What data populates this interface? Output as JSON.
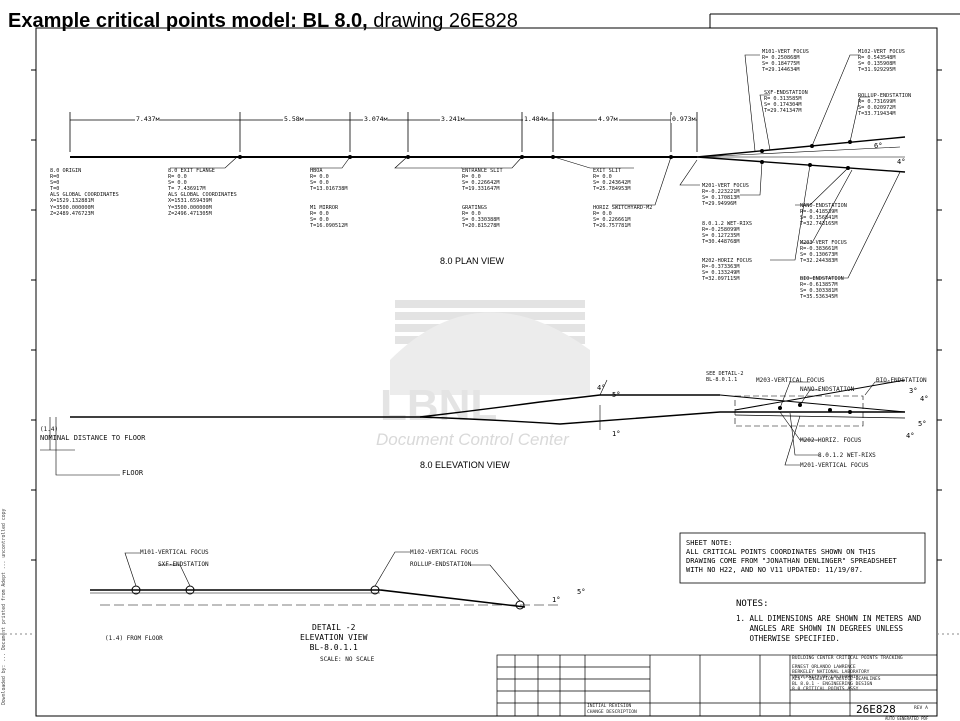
{
  "slide": {
    "title_bold": "Example critical points model: BL 8.0,",
    "title_rest": " drawing 26E828"
  },
  "plan": {
    "dims": [
      "7.437м",
      "5.58м",
      "3.074м",
      "3.241м",
      "1.484м",
      "4.97м",
      "0.973м"
    ],
    "angles": [
      "6°",
      "4°"
    ],
    "left_labels": [
      "8.0 ORIGIN\nR=0\nS=0\nT=0\nALS GLOBAL COORDINATES\nX=1529.132881M\nY=3500.000000M\nZ=2489.476723M",
      "8.0 EXIT FLANGE\nR= 0.0\nS= 0.0\nT= 7.436917M\nALS GLOBAL COORDINATES\nX=1531.659439M\nY=3500.000000M\nZ=2496.471305M",
      "HBOA\nR= 0.0\nS= 0.0\nT=13.016738M",
      "M1 MIRROR\nR= 0.0\nS= 0.0\nT=16.090512M",
      "ENTRANCE SLIT\nR= 0.0\nS= 0.226642M\nT=19.331647M",
      "GRATINGS\nR= 0.0\nS= 0.330388M\nT=20.815278M",
      "EXIT SLIT\nR= 0.0\nS= 0.243642M\nT=25.784953M",
      "HORIZ SWITCHYARD-M2\nR= 0.0\nS= 0.226661M\nT=26.757781M"
    ],
    "right_labels": [
      "M101-VERT FOCUS\nR= 0.250868M\nS= 0.184775M\nT=29.144634M",
      "M102-VERT FOCUS\nR= 0.543548M\nS= 0.135908M\nT=31.929295M",
      "SXF-ENDSTATION\nR= 0.313585M\nS= 0.174304M\nT=29.741347M",
      "ROLLUP-ENDSTATION\nR= 0.731699M\nS= 0.020972M\nT=33.719434M",
      "M201-VERT FOCUS\nR=-0.223221M\nS= 0.170813M\nT=29.94996M",
      "8.0.1.2 WET-RIXS\nR=-0.258099M\nS= 0.127235M\nT=30.448768M",
      "M202-HORIZ FOCUS\nR=-0.373363M\nS= 0.133249M\nT=32.097115M",
      "NANO-ENDSTATION\nR=-0.418539M\nS= 0.156841M\nT=32.743165M",
      "M203-VERT FOCUS\nR=-0.383661M\nS= 0.130673M\nT=32.244383M",
      "BIO-ENDSTATION\nR=-0.613857M\nS= 0.303381M\nT=35.536345M"
    ],
    "view_title": "8.0 PLAN VIEW"
  },
  "elevation": {
    "see_detail": "SEE DETAIL-2\nBL-8.0.1.1",
    "labels_right": [
      "M203-VERTICAL FOCUS",
      "NANO-ENDSTATION",
      "BIO-ENDSTATION",
      "M202-HORIZ. FOCUS",
      "8.0.1.2 WET-RIXS",
      "M201-VERTICAL FOCUS"
    ],
    "angles": [
      "4°",
      "5°",
      "1°",
      "3°",
      "4°",
      "4°",
      "5°"
    ],
    "height": "(1.4)",
    "nominal": "NOMINAL DISTANCE TO FLOOR",
    "floor": "FLOOR",
    "view_title": "8.0 ELEVATION VIEW"
  },
  "detail": {
    "labels": [
      "M101-VERTICAL FOCUS",
      "SXF-ENDSTATION",
      "M102-VERTICAL FOCUS",
      "ROLLUP-ENDSTATION"
    ],
    "from_floor": "(1.4) FROM FLOOR",
    "title": "DETAIL -2\nELEVATION VIEW\nBL-8.0.1.1",
    "scale": "SCALE: NO SCALE",
    "angles": [
      "1°",
      "5°"
    ]
  },
  "sheet_note": "SHEET NOTE:\nALL CRITICAL POINTS COORDINATES SHOWN ON THIS\nDRAWING COME FROM \"JONATHAN DENLINGER\" SPREADSHEET\nWITH NO H22, AND NO V11 UPDATED: 11/19/07.",
  "notes": {
    "title": "NOTES:",
    "body": "1. ALL DIMENSIONS ARE SHOWN IN METERS AND\n   ANGLES ARE SHOWN IN DEGREES UNLESS\n   OTHERWISE SPECIFIED."
  },
  "title_block": {
    "org": "ERNEST ORLANDO LAWRENCE\nBERKELEY NATIONAL LABORATORY\nUNIVERSITY OF CALIFORNIA",
    "desc": "BUILDING CENTER CRITICAL POINTS TRACKING",
    "title": "ALS - INSERTION DEVICE BEAMLINES\nBL 8.0.1 - ENGINEERING DESIGN\n8.0 CRITICAL POINTS ASSY",
    "dwg_no": "26E828",
    "rev": "REV A",
    "auto": "AUTO GENERATED PDF",
    "revision": "INITIAL REVISION",
    "change_desc": "CHANGE DESCRIPTION"
  },
  "watermark": "Document Control Center",
  "side_note": "Downloaded by: ... Document printed from Adept ... uncontrolled copy"
}
